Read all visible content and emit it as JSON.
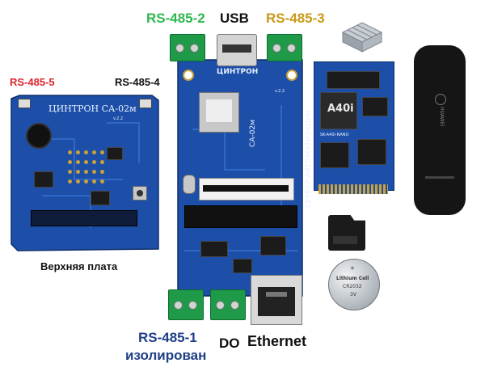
{
  "labels": {
    "rs485_2": "RS-485-2",
    "usb": "USB",
    "rs485_3": "RS-485-3",
    "rs485_5": "RS-485-5",
    "rs485_4": "RS-485-4",
    "top_board": "Верхняя плата",
    "rs485_1_line1": "RS-485-1",
    "rs485_1_line2": "изолирован",
    "do": "DO",
    "ethernet": "Ethernet"
  },
  "silkscreen": {
    "top_board_title": "ЦИНТРОН  СА-02м",
    "top_board_version": "v.2.2",
    "main_board_brand": "ЦИНТРОН",
    "main_board_server": "СЕРВЕР АВТОМАТИЗАЦИИ",
    "main_board_model": "СА-02м",
    "main_board_version": "v.2.2",
    "som_chip": "A40i",
    "som_model": "SK-A40i-NANO",
    "modem_brand": "HUAWEI",
    "battery_line1": "Lithium Cell",
    "battery_line2": "CR2032",
    "battery_line3": "3V"
  },
  "colors": {
    "rs485_2": "#2db84d",
    "usb": "#111111",
    "rs485_3": "#c99a17",
    "rs485_5": "#d9262c",
    "rs485_4": "#111111",
    "top_board": "#111111",
    "rs485_1": "#1f3f86",
    "do": "#111111",
    "ethernet": "#111111",
    "pcb": "#1d4fa8"
  }
}
